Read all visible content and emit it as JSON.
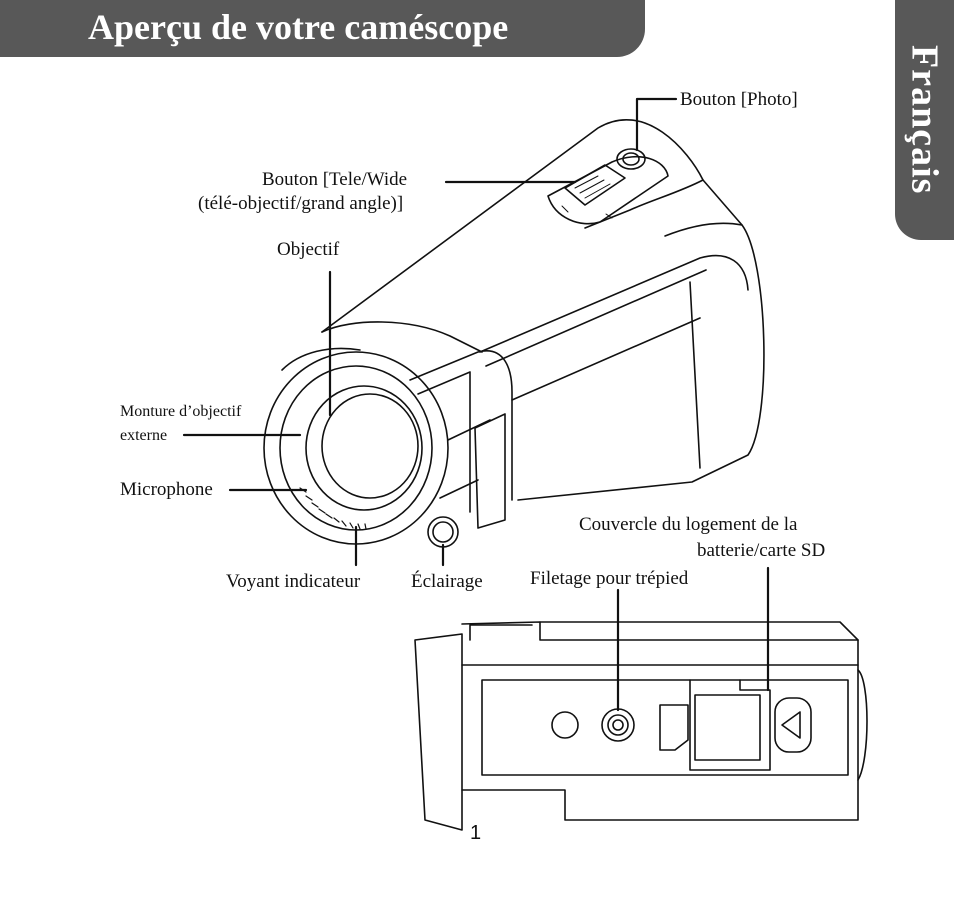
{
  "header": {
    "title": "Aperçu de votre caméscope"
  },
  "side_tab": {
    "label": "Français"
  },
  "labels": {
    "photo_button": "Bouton [Photo]",
    "zoom_button_line1": "Bouton [Tele/Wide",
    "zoom_button_line2": "(télé-objectif/grand angle)]",
    "lens": "Objectif",
    "lens_mount_line1": "Monture d’objectif",
    "lens_mount_line2": "externe",
    "microphone": "Microphone",
    "indicator": "Voyant indicateur",
    "light": "Éclairage",
    "battery_cover_line1": "Couvercle du logement de la",
    "battery_cover_line2": "batterie/carte SD",
    "tripod": "Filetage pour trépied"
  },
  "footer": {
    "page_number": "1"
  }
}
